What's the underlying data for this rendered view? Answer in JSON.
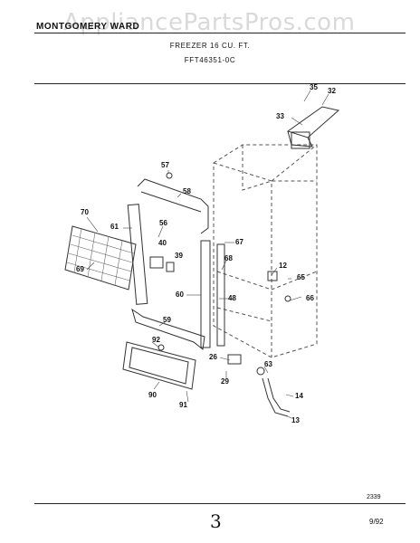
{
  "header": {
    "brand": "MONTGOMERY WARD",
    "watermark": "AppliancePartsPros.com"
  },
  "title": {
    "line1": "FREEZER 16 CU. FT.",
    "line2": "FFT46351-0C"
  },
  "parts": [
    "35",
    "32",
    "33",
    "57",
    "58",
    "70",
    "56",
    "61",
    "40",
    "39",
    "67",
    "12",
    "68",
    "65",
    "69",
    "60",
    "48",
    "66",
    "59",
    "92",
    "26",
    "63",
    "29",
    "90",
    "14",
    "91",
    "13"
  ],
  "footer": {
    "code": "2339",
    "page": "3",
    "date": "9/92"
  }
}
